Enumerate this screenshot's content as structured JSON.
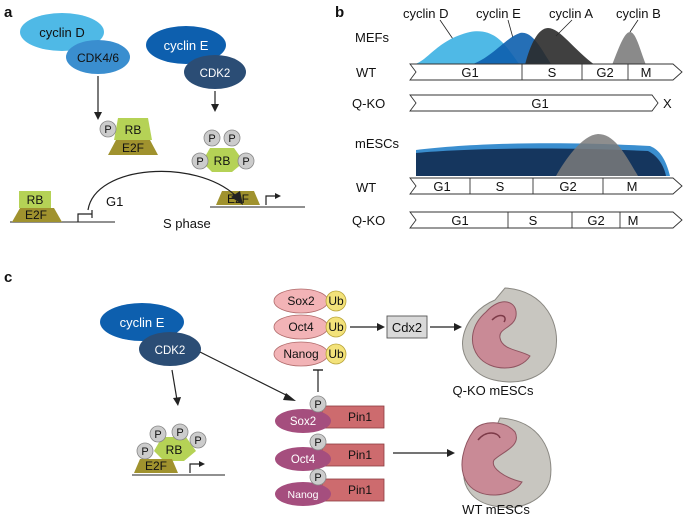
{
  "panels": {
    "a": "a",
    "b": "b",
    "c": "c"
  },
  "panel_a": {
    "cyclin_d": "cyclin D",
    "cdk46": "CDK4/6",
    "cyclin_e": "cyclin E",
    "cdk2": "CDK2",
    "p": "P",
    "rb": "RB",
    "e2f": "E2F",
    "g1": "G1",
    "s_phase": "S phase"
  },
  "panel_b": {
    "legend": [
      "cyclin D",
      "cyclin E",
      "cyclin A",
      "cyclin B"
    ],
    "mefs": "MEFs",
    "mescs": "mESCs",
    "wt": "WT",
    "qko": "Q-KO",
    "mefs_wt_phases": [
      "G1",
      "S",
      "G2",
      "M"
    ],
    "mefs_qko_phases": [
      "G1"
    ],
    "arrest": "X",
    "mescs_wt_phases": [
      "G1",
      "S",
      "G2",
      "M"
    ],
    "mescs_qko_phases": [
      "G1",
      "S",
      "G2",
      "M"
    ]
  },
  "panel_c": {
    "cyclin_e": "cyclin E",
    "cdk2": "CDK2",
    "p": "P",
    "rb": "RB",
    "e2f": "E2F",
    "ub": "Ub",
    "sox2": "Sox2",
    "oct4": "Oct4",
    "nanog": "Nanog",
    "pin1": "Pin1",
    "cdx2": "Cdx2",
    "qko_label": "Q-KO mESCs",
    "wt_label": "WT mESCs"
  },
  "colors": {
    "cyclin_d": "#4fb9e6",
    "cdk46": "#3a8ecf",
    "cyclin_e": "#0d5fae",
    "cdk2": "#2b4d75",
    "rb": "#b5d256",
    "e2f": "#a0922e",
    "ub": "#f3e27a",
    "tf": "#a54e7e",
    "tf_ub": "#f2b3b6",
    "pin1": "#cd6b6e",
    "cdx2": "#d9d9d9"
  }
}
